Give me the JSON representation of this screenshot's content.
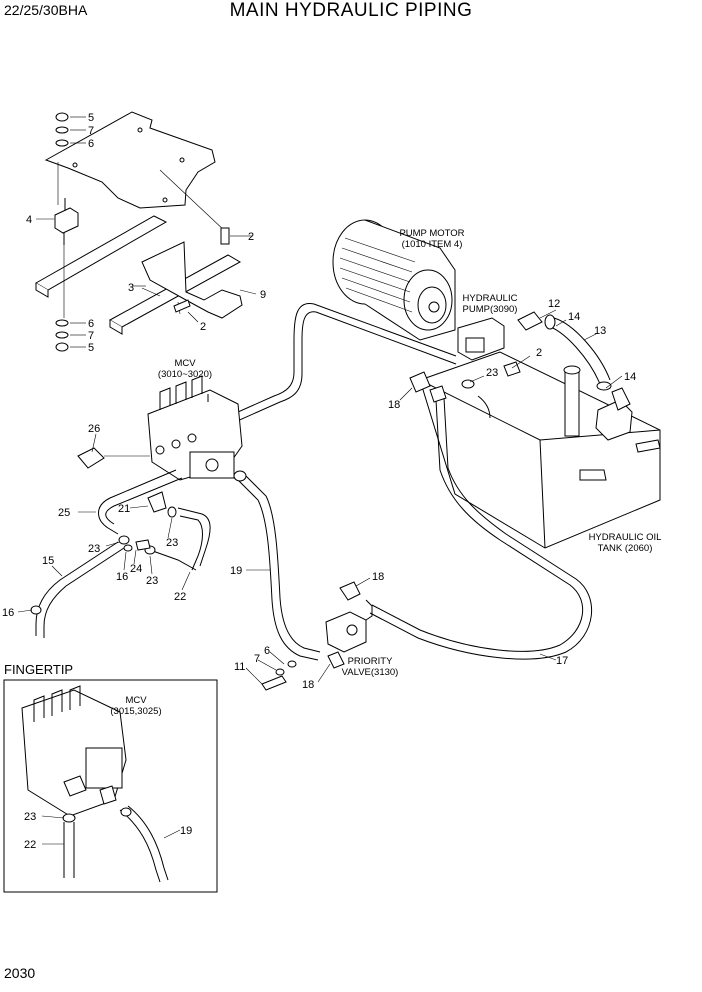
{
  "header": {
    "model": "22/25/30BHA",
    "title": "MAIN HYDRAULIC PIPING"
  },
  "page_number": "2030",
  "inset": {
    "title": "FINGERTIP"
  },
  "components": {
    "pump_motor": [
      "PUMP MOTOR",
      "(1010 ITEM 4)"
    ],
    "hydraulic_pump": [
      "HYDRAULIC",
      "PUMP(3090)"
    ],
    "mcv": [
      "MCV",
      "(3010~3020)"
    ],
    "hydraulic_oil_tank": [
      "HYDRAULIC OIL",
      "TANK (2060)"
    ],
    "priority_valve": [
      "PRIORITY",
      "VALVE(3130)"
    ],
    "inset_mcv": [
      "MCV",
      "(3015,3025)"
    ]
  },
  "callouts": {
    "c5a": "5",
    "c7a": "7",
    "c6a": "6",
    "c4": "4",
    "c2a": "2",
    "c3": "3",
    "c9": "9",
    "c2b": "2",
    "c6b": "6",
    "c7b": "7",
    "c5b": "5",
    "c12": "12",
    "c14a": "14",
    "c13": "13",
    "c2c": "2",
    "c23a": "23",
    "c18a": "18",
    "c14b": "14",
    "c26": "26",
    "c25": "25",
    "c21": "21",
    "c23b": "23",
    "c23c": "23",
    "c24": "24",
    "c16a": "16",
    "c23d": "23",
    "c15": "15",
    "c22a": "22",
    "c16b": "16",
    "c19a": "19",
    "c18b": "18",
    "c6c": "6",
    "c7c": "7",
    "c11": "11",
    "c18c": "18",
    "c17": "17",
    "c23e": "23",
    "c22b": "22",
    "c19b": "19"
  }
}
